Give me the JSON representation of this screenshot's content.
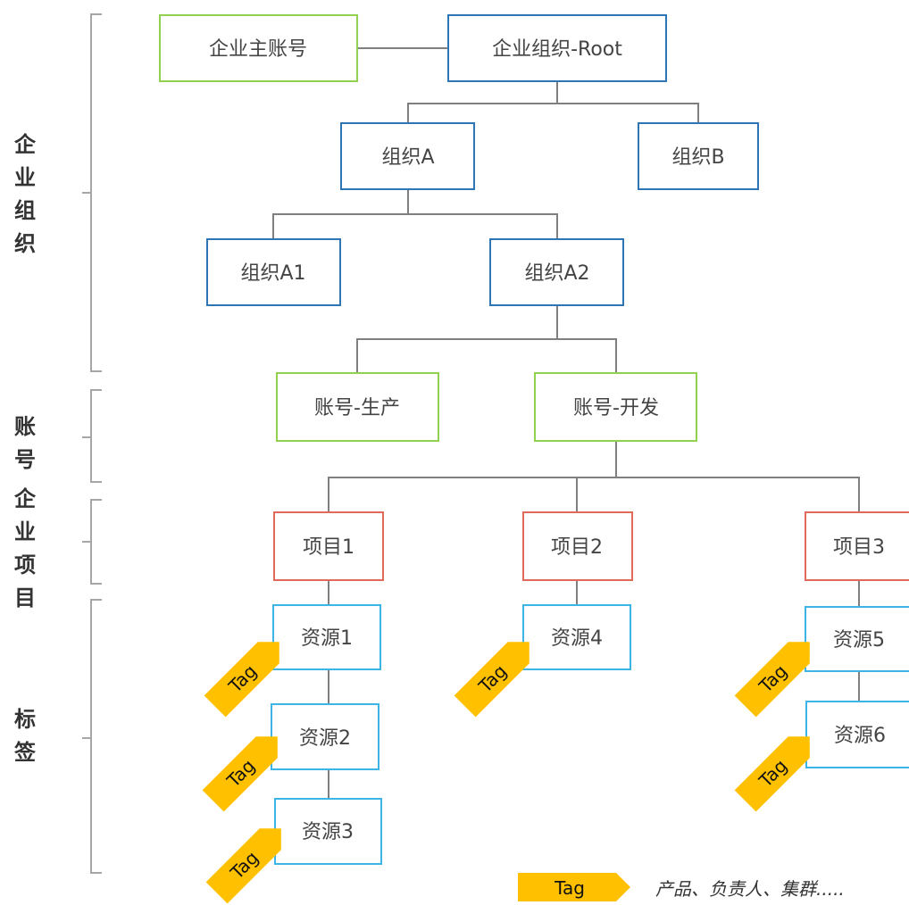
{
  "colors": {
    "org_border": "#2E75B6",
    "account_border": "#92D050",
    "project_border": "#E06A5A",
    "resource_border": "#3DB4E6",
    "tag_fill": "#FFC000",
    "line": "#7F7F7F",
    "bracket": "#A6A6A6"
  },
  "nodes": {
    "master_account": "企业主账号",
    "root": "企业组织-Root",
    "org_a": "组织A",
    "org_b": "组织B",
    "org_a1": "组织A1",
    "org_a2": "组织A2",
    "account_prod": "账号-生产",
    "account_dev": "账号-开发",
    "project_1": "项目1",
    "project_2": "项目2",
    "project_3": "项目3",
    "resource_1": "资源1",
    "resource_2": "资源2",
    "resource_3": "资源3",
    "resource_4": "资源4",
    "resource_5": "资源5",
    "resource_6": "资源6"
  },
  "tag_label": "Tag",
  "sections": {
    "enterprise_org": [
      "企",
      "业",
      "组",
      "织"
    ],
    "account": [
      "账",
      "号"
    ],
    "enterprise_project": [
      "企",
      "业",
      "项",
      "目"
    ],
    "tags": [
      "标",
      "签"
    ]
  },
  "legend": {
    "tag": "Tag",
    "description": "产品、负责人、集群....."
  }
}
